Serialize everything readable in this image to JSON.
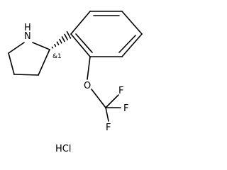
{
  "molecule": {
    "atoms": {
      "nitrogen": "N",
      "hydrogen_on_n": "H",
      "stereo_descriptor": "&1",
      "oxygen": "O",
      "fluorine_top": "F",
      "fluorine_right": "F",
      "fluorine_bottom": "F"
    },
    "salt": "HCl"
  }
}
